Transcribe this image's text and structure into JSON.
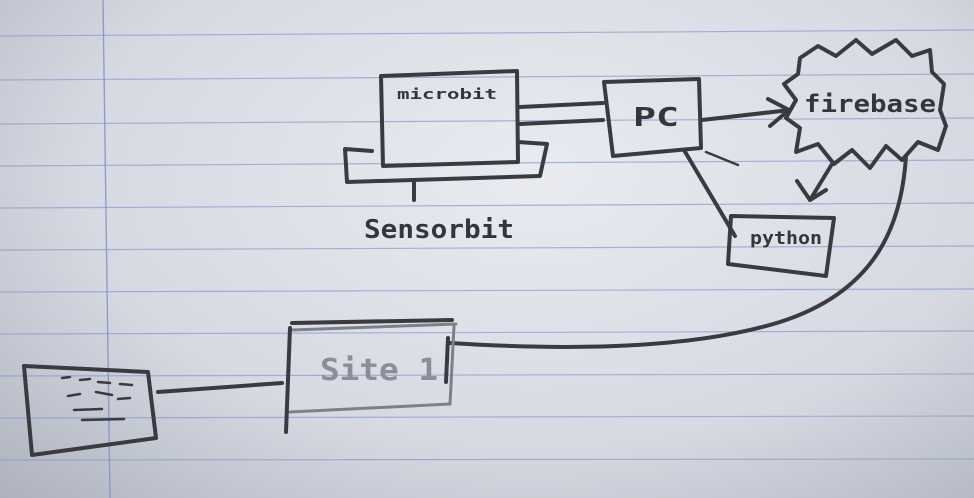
{
  "diagram": {
    "nodes": {
      "microbit": {
        "label": "microbit"
      },
      "sensorbit": {
        "label": "Sensorbit"
      },
      "pc": {
        "label": "PC"
      },
      "firebase": {
        "label": "firebase"
      },
      "python": {
        "label": "python"
      },
      "site": {
        "label": "Site 1"
      },
      "device": {
        "label": ""
      }
    },
    "edges": [
      {
        "from": "microbit",
        "to": "pc",
        "style": "double-line"
      },
      {
        "from": "pc",
        "to": "firebase",
        "style": "arrow"
      },
      {
        "from": "firebase",
        "to": "python",
        "style": "arrow"
      },
      {
        "from": "pc",
        "to": "python",
        "style": "line"
      },
      {
        "from": "firebase",
        "to": "site",
        "style": "curve"
      },
      {
        "from": "device",
        "to": "site",
        "style": "line"
      },
      {
        "from": "sensorbit",
        "to": "microbit",
        "style": "bracket"
      }
    ]
  }
}
